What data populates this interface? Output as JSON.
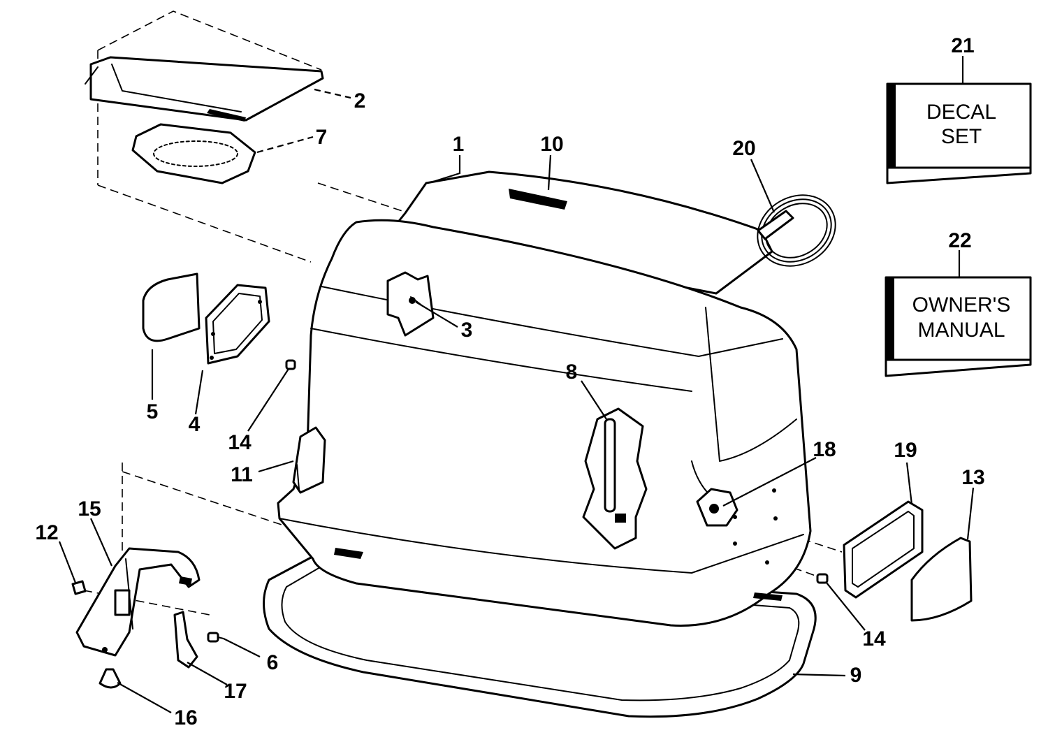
{
  "diagram": {
    "callouts": {
      "c1": "1",
      "c2": "2",
      "c3": "3",
      "c4": "4",
      "c5": "5",
      "c6": "6",
      "c7": "7",
      "c8": "8",
      "c9": "9",
      "c10": "10",
      "c11": "11",
      "c12": "12",
      "c13": "13",
      "c14a": "14",
      "c14b": "14",
      "c15": "15",
      "c16": "16",
      "c17": "17",
      "c18": "18",
      "c19": "19",
      "c20": "20",
      "c21": "21",
      "c22": "22"
    },
    "decal_box": {
      "line1": "DECAL",
      "line2": "SET"
    },
    "manual_box": {
      "line1": "OWNER'S",
      "line2": "MANUAL"
    }
  }
}
